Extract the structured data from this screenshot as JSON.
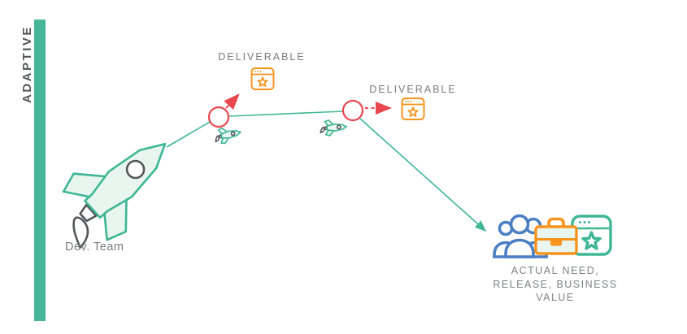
{
  "diagram": {
    "title": "ADAPTIVE",
    "dev_team": {
      "label": "Dev. Team"
    },
    "deliverable_1": {
      "label": "DELIVERABLE"
    },
    "deliverable_2": {
      "label": "DELIVERABLE"
    },
    "outcome": {
      "lines": [
        "ACTUAL NEED,",
        "RELEASE, BUSINESS",
        "VALUE"
      ]
    },
    "colors": {
      "teal": "#3eb795",
      "mint_fill": "#e9f5ef",
      "orange": "#f7941e",
      "red": "#e8474f",
      "blue": "#4a7fc1",
      "dark_gray": "#55565a",
      "label_gray": "#7b7c7f"
    }
  }
}
